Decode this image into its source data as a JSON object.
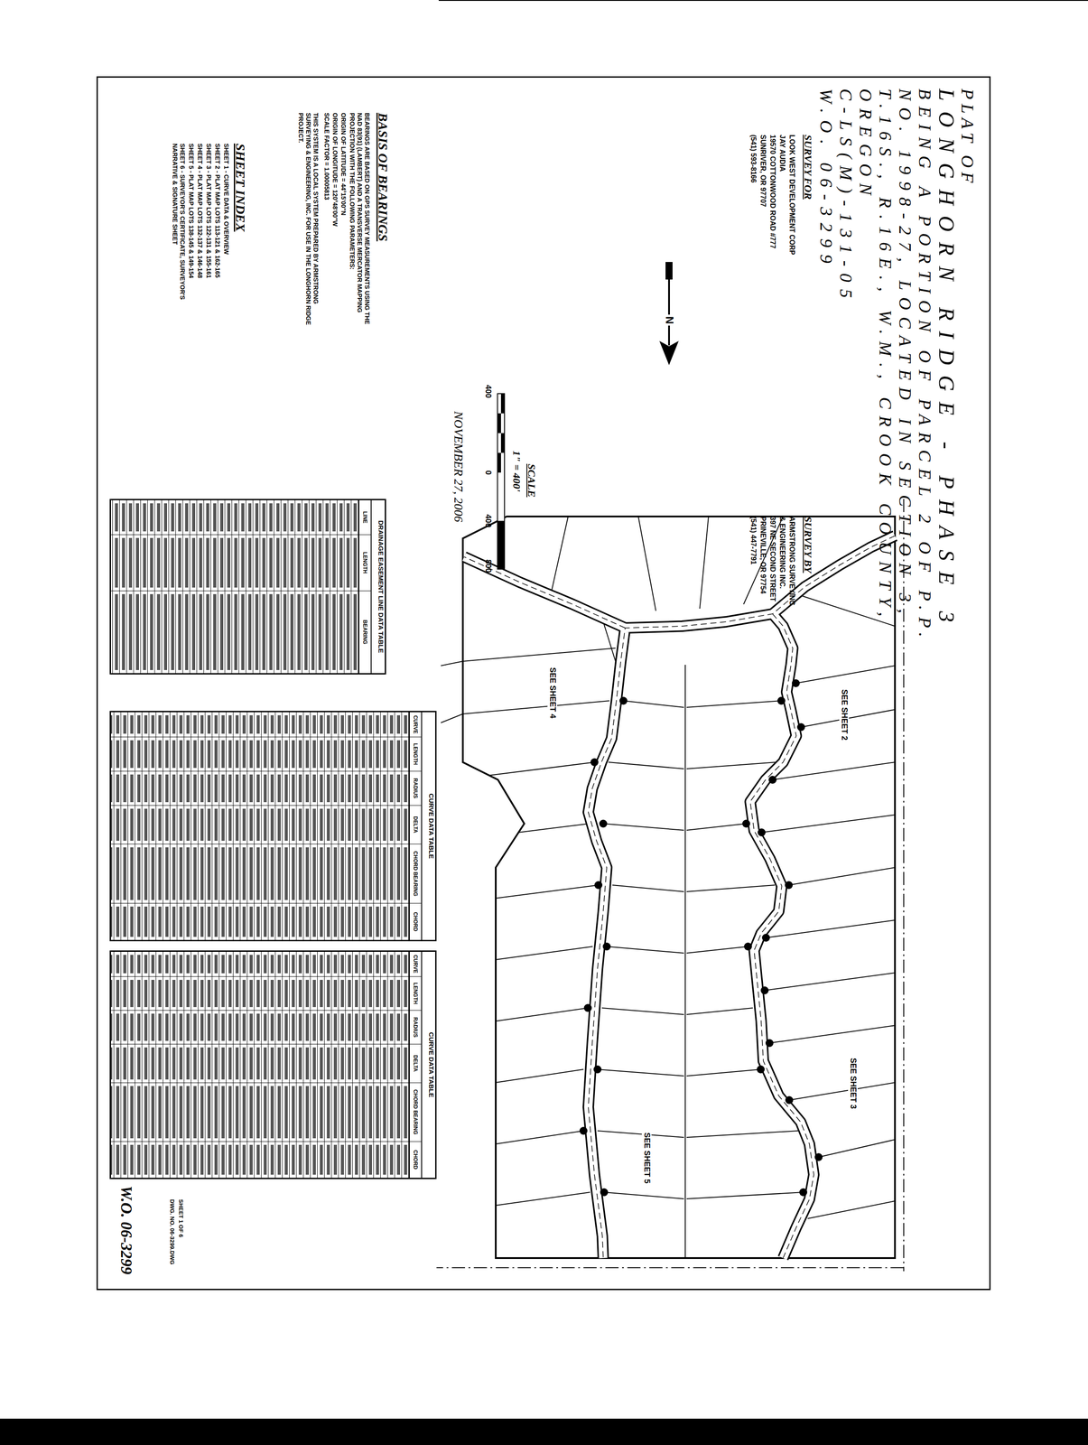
{
  "diagram": {
    "title": "LONGHORN RIDGE - PHASE 3",
    "nodes": [
      {
        "text": [
          "DRAINAGE EASEMENT LINE DATA TABLE",
          "LINE",
          "LENGTH",
          "BEARING"
        ]
      },
      {
        "text": [
          "CURVE DATA TABLE",
          "CURVE",
          "LENGTH",
          "RADIUS",
          "DELTA",
          "CHORD BEARING",
          "CHORD"
        ]
      },
      {
        "text": [
          "CURVE DATA TABLE",
          "CURVE",
          "LENGTH",
          "RADIUS",
          "DELTA",
          "CHORD BEARING",
          "CHORD"
        ]
      }
    ],
    "labels": [
      "PLAT OF",
      "BEING A PORTION OF PARCEL 2 OF P.P.",
      "NO. 1998-27, LOCATED IN SECTION 3,",
      "T.16S., R.16E., W.M., CROOK COUNTY,",
      "OREGON",
      "C-LS(M)-131-05",
      "W.O. 06-3299",
      "SURVEY FOR",
      "LOOK WEST DEVELOPMENT CORP",
      "JAY AUDIA",
      "19570 COTTONWOOD ROAD #777",
      "SUNRIVER, OR 97707",
      "(541) 593-8166",
      "SURVEY BY",
      "ARMSTRONG SURVEYING",
      "& ENGINEERING INC.",
      "397 NE SECOND STREET",
      "PRINEVILLE, OR 97754",
      "(541) 447-7791",
      "N",
      "SCALE",
      "1\" = 400'",
      "400",
      "0",
      "400",
      "800",
      "NOVEMBER 27, 2006",
      "BASIS OF BEARINGS",
      "BEARINGS ARE BASED ON GPS SURVEY MEASUREMENTS USING THE NAD 83(91) (LAMBERT) AND A TRANSVERSE MERCATOR MAPPING PROJECTION WITH THE FOLLOWING PARAMETERS:",
      "ORIGIN OF LATITUDE = 44°15'00\"N",
      "ORIGIN OF LONGITUDE = 120°48'00\"W",
      "SCALE FACTOR = 1.00005813",
      "THIS SYSTEM IS A LOCAL SYSTEM PREPARED BY ARMSTRONG SURVEYING & ENGINEERING, INC. FOR USE IN THE LONGHORN RIDGE PROJECT.",
      "SHEET INDEX",
      "SHEET 1 - CURVE DATA & OVERVIEW",
      "SHEET 2 - PLAT MAP LOTS 113-121 & 162-165",
      "SHEET 3 - PLAT MAP LOTS 122-131 & 155-161",
      "SHEET 4 - PLAT MAP LOTS 132-137 & 146-148",
      "SHEET 5 - PLAT MAP LOTS 138-145 & 149-154",
      "SHEET 6 - SURVEYOR'S CERTIFICATE, SURVEYOR'S NARRATIVE & SIGNATURE SHEET",
      "SHEET 1 OF 6",
      "DWG. NO. 06-3299.DWG",
      "W.O. 06-3299",
      "SEE SHEET 2",
      "SEE SHEET 3",
      "SEE SHEET 4",
      "SEE SHEET 5"
    ]
  }
}
